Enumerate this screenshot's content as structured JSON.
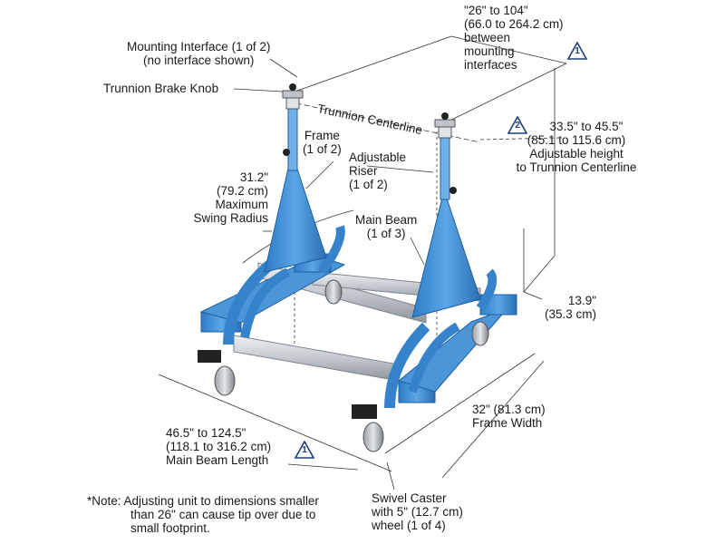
{
  "diagram": {
    "labels": {
      "mounting_interface": [
        "Mounting Interface (1 of 2)",
        "(no interface shown)"
      ],
      "trunnion_brake_knob": "Trunnion Brake Knob",
      "trunnion_centerline": "Trunnion Centerline",
      "frame": [
        "Frame",
        "(1 of 2)"
      ],
      "swing_radius": [
        "31.2\"",
        "(79.2 cm)",
        "Maximum",
        "Swing Radius"
      ],
      "adjustable_riser": [
        "Adjustable",
        "Riser",
        "(1 of 2)"
      ],
      "main_beam": [
        "Main Beam",
        "(1 of 3)"
      ],
      "between_interfaces": [
        "\"26\" to 104\"",
        "(66.0 to 264.2 cm)",
        "between",
        "mounting",
        "interfaces"
      ],
      "adjustable_height": [
        "33.5\" to  45.5\"",
        "(85.1 to 115.6 cm)",
        "Adjustable height",
        "to Trunnion Centerline"
      ],
      "depth_dim": [
        "13.9\"",
        "(35.3 cm)"
      ],
      "frame_width": [
        "32\" (81.3 cm)",
        "Frame Width"
      ],
      "main_beam_length": [
        "46.5\" to 124.5\"",
        "(118.1 to 316.2 cm)",
        "Main Beam Length"
      ],
      "swivel_caster": [
        "Swivel Caster",
        "with 5\" (12.7 cm)",
        "wheel (1 of 4)"
      ],
      "note": [
        "*Note: Adjusting unit to dimensions smaller",
        "than 26\" can cause tip over due to",
        "small footprint."
      ]
    },
    "warning_badges": [
      {
        "number": "1"
      },
      {
        "number": "2"
      },
      {
        "number": "1"
      }
    ],
    "colors": {
      "frame_blue": "#3d8fd6",
      "frame_blue_dark": "#1f65a8",
      "beam_silver": "#c9ced4",
      "beam_silver_dark": "#8a9098",
      "dimension_line": "#333333",
      "badge_outline": "#1f3e7a"
    }
  }
}
